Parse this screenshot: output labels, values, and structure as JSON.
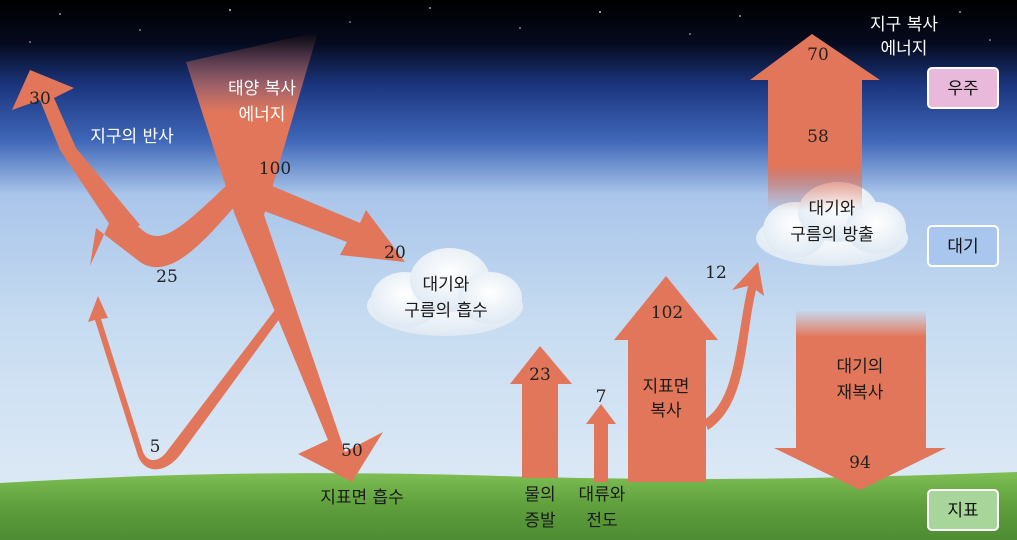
{
  "title_top_right": [
    "지구 복사",
    "에너지"
  ],
  "solar_label": [
    "태양 복사",
    "에너지"
  ],
  "earth_reflection_label": "지구의 반사",
  "cloud_absorb_label": [
    "대기와",
    "구름의 흡수"
  ],
  "cloud_emit_label": [
    "대기와",
    "구름의 방출"
  ],
  "surface_absorb_label": "지표면 흡수",
  "evaporation_label": [
    "물의",
    "증발"
  ],
  "convection_label": [
    "대류와",
    "전도"
  ],
  "surface_radiation_label": [
    "지표면",
    "복사"
  ],
  "reradiation_label": [
    "대기의",
    "재복사"
  ],
  "values": {
    "space_reflect": "30",
    "solar_in": "100",
    "atmos_reflect": "25",
    "atmos_absorb": "20",
    "surface_reflect": "5",
    "surface_absorb": "50",
    "evaporation": "23",
    "convection": "7",
    "surface_emit": "102",
    "surface_to_space": "12",
    "earth_out": "70",
    "atmos_out": "58",
    "reradiation": "94"
  },
  "layers": [
    {
      "label": "우주",
      "color": "#e9b9dc"
    },
    {
      "label": "대기",
      "color": "#a9c7ee"
    },
    {
      "label": "지표",
      "color": "#a8d69a"
    }
  ],
  "colors": {
    "arrow": "#e2765b",
    "space": "#000000",
    "sky_top": "#27418f",
    "sky": "#b9d3ee",
    "ground": "#6aa846"
  }
}
